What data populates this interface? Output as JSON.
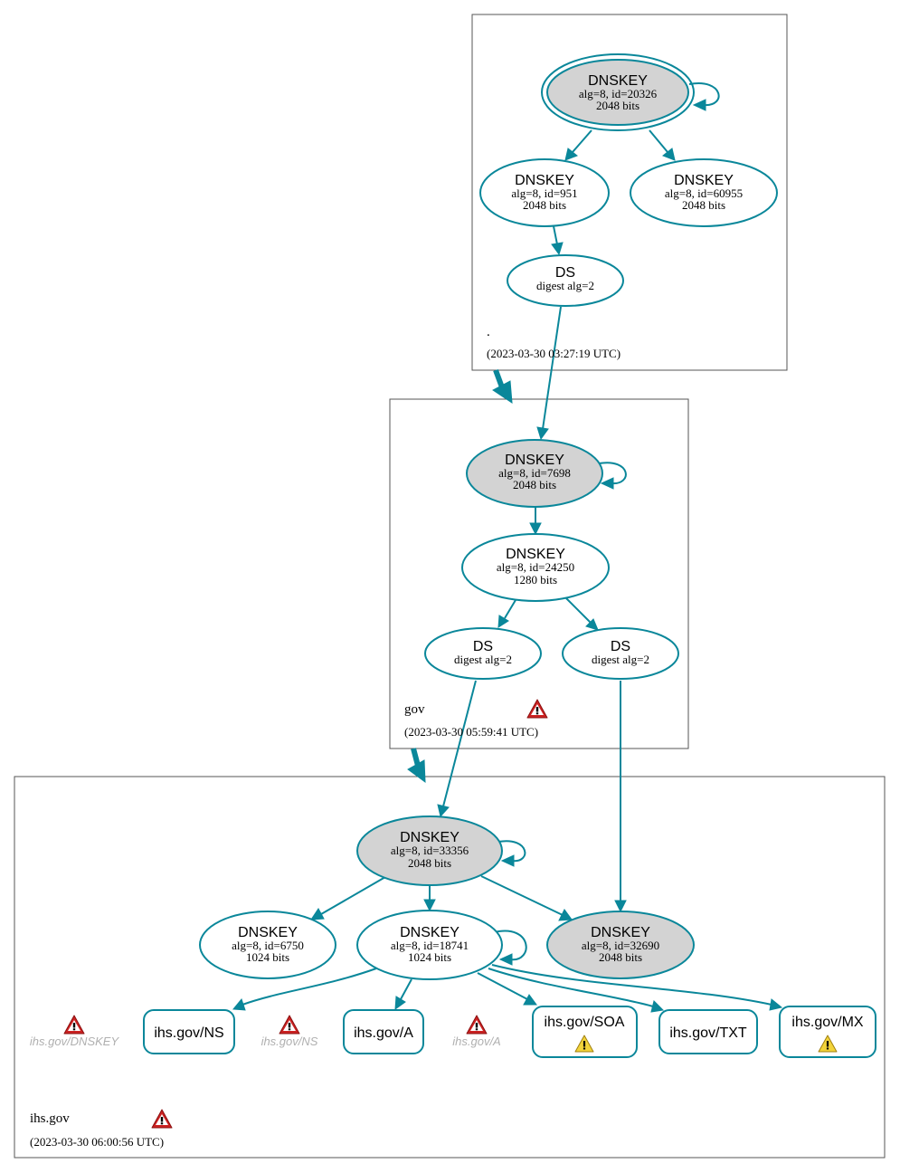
{
  "colors": {
    "edge": "#0a879a",
    "key_fill_sep": "#d3d3d3",
    "error": "#cc2222",
    "warning": "#f2d33a"
  },
  "zones": {
    "root": {
      "name": ".",
      "timestamp": "(2023-03-30 03:27:19 UTC)"
    },
    "gov": {
      "name": "gov",
      "timestamp": "(2023-03-30 05:59:41 UTC)",
      "status_icon": "error-icon"
    },
    "ihs": {
      "name": "ihs.gov",
      "timestamp": "(2023-03-30 06:00:56 UTC)",
      "status_icon": "error-icon"
    }
  },
  "nodes": {
    "root_ksk": {
      "title": "DNSKEY",
      "line1": "alg=8, id=20326",
      "line2": "2048 bits"
    },
    "root_zsk1": {
      "title": "DNSKEY",
      "line1": "alg=8, id=951",
      "line2": "2048 bits"
    },
    "root_zsk2": {
      "title": "DNSKEY",
      "line1": "alg=8, id=60955",
      "line2": "2048 bits"
    },
    "root_ds": {
      "title": "DS",
      "line1": "digest alg=2"
    },
    "gov_ksk": {
      "title": "DNSKEY",
      "line1": "alg=8, id=7698",
      "line2": "2048 bits"
    },
    "gov_zsk": {
      "title": "DNSKEY",
      "line1": "alg=8, id=24250",
      "line2": "1280 bits"
    },
    "gov_ds1": {
      "title": "DS",
      "line1": "digest alg=2"
    },
    "gov_ds2": {
      "title": "DS",
      "line1": "digest alg=2"
    },
    "ihs_ksk": {
      "title": "DNSKEY",
      "line1": "alg=8, id=33356",
      "line2": "2048 bits"
    },
    "ihs_zsk1": {
      "title": "DNSKEY",
      "line1": "alg=8, id=6750",
      "line2": "1024 bits"
    },
    "ihs_zsk2": {
      "title": "DNSKEY",
      "line1": "alg=8, id=18741",
      "line2": "1024 bits"
    },
    "ihs_ksk2": {
      "title": "DNSKEY",
      "line1": "alg=8, id=32690",
      "line2": "2048 bits"
    }
  },
  "rrsets": {
    "missing_dnskey": "ihs.gov/DNSKEY",
    "ns": "ihs.gov/NS",
    "missing_ns": "ihs.gov/NS",
    "a": "ihs.gov/A",
    "missing_a": "ihs.gov/A",
    "soa": "ihs.gov/SOA",
    "txt": "ihs.gov/TXT",
    "mx": "ihs.gov/MX"
  }
}
